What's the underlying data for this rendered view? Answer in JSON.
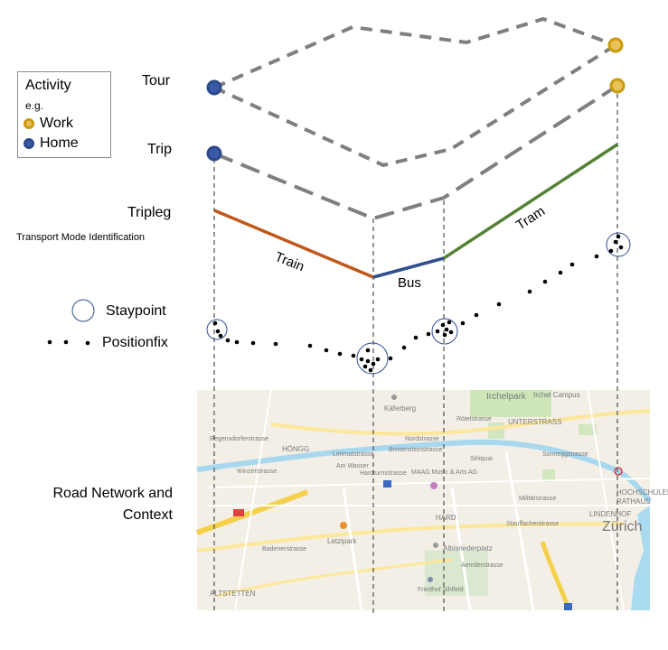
{
  "legend": {
    "title": "Activity",
    "eg": "e.g.",
    "items": [
      {
        "label": "Work",
        "color": "#d4a017"
      },
      {
        "label": "Home",
        "color": "#2f4f9a"
      }
    ]
  },
  "levels": {
    "tour": "Tour",
    "trip": "Trip",
    "tripleg": "Tripleg",
    "tmi": "Transport Mode Identification",
    "staypoint": "Staypoint",
    "positionfix": "Positionfix",
    "road_line1": "Road Network and",
    "road_line2": "Context"
  },
  "modes": {
    "train": "Train",
    "bus": "Bus",
    "tram": "Tram"
  },
  "colors": {
    "train": "#c0581a",
    "bus": "#2f4f8f",
    "tram": "#548235",
    "dash": "#808080",
    "home": "#2f4f9a",
    "work": "#d4a017",
    "staypoint_ring": "#2f4f8f"
  },
  "map": {
    "labels": [
      "Irchelpark",
      "Irchel Campus",
      "UNTERSTRASS",
      "Käferberg",
      "HÖNGG",
      "Nordstrasse",
      "Limmatstrasse",
      "Breitensteinstrasse",
      "Am Wasser",
      "Winzerstrasse",
      "Hardturmstrasse",
      "MAAG Music & Arts AG",
      "Letzipark",
      "HARD",
      "Albisriederplatz",
      "Badenerstrasse",
      "Friedhof Sihlfeld",
      "ALTSTETTEN",
      "Zürich",
      "LINDENHOF",
      "HOCHSCHULEN",
      "RATHAUS",
      "Stauffacherstrasse",
      "Militärstrasse",
      "Sihlquai",
      "Aemtlerstrasse",
      "Regensdorferstrasse",
      "Rötelstrasse",
      "Sonneggstrasse"
    ]
  }
}
